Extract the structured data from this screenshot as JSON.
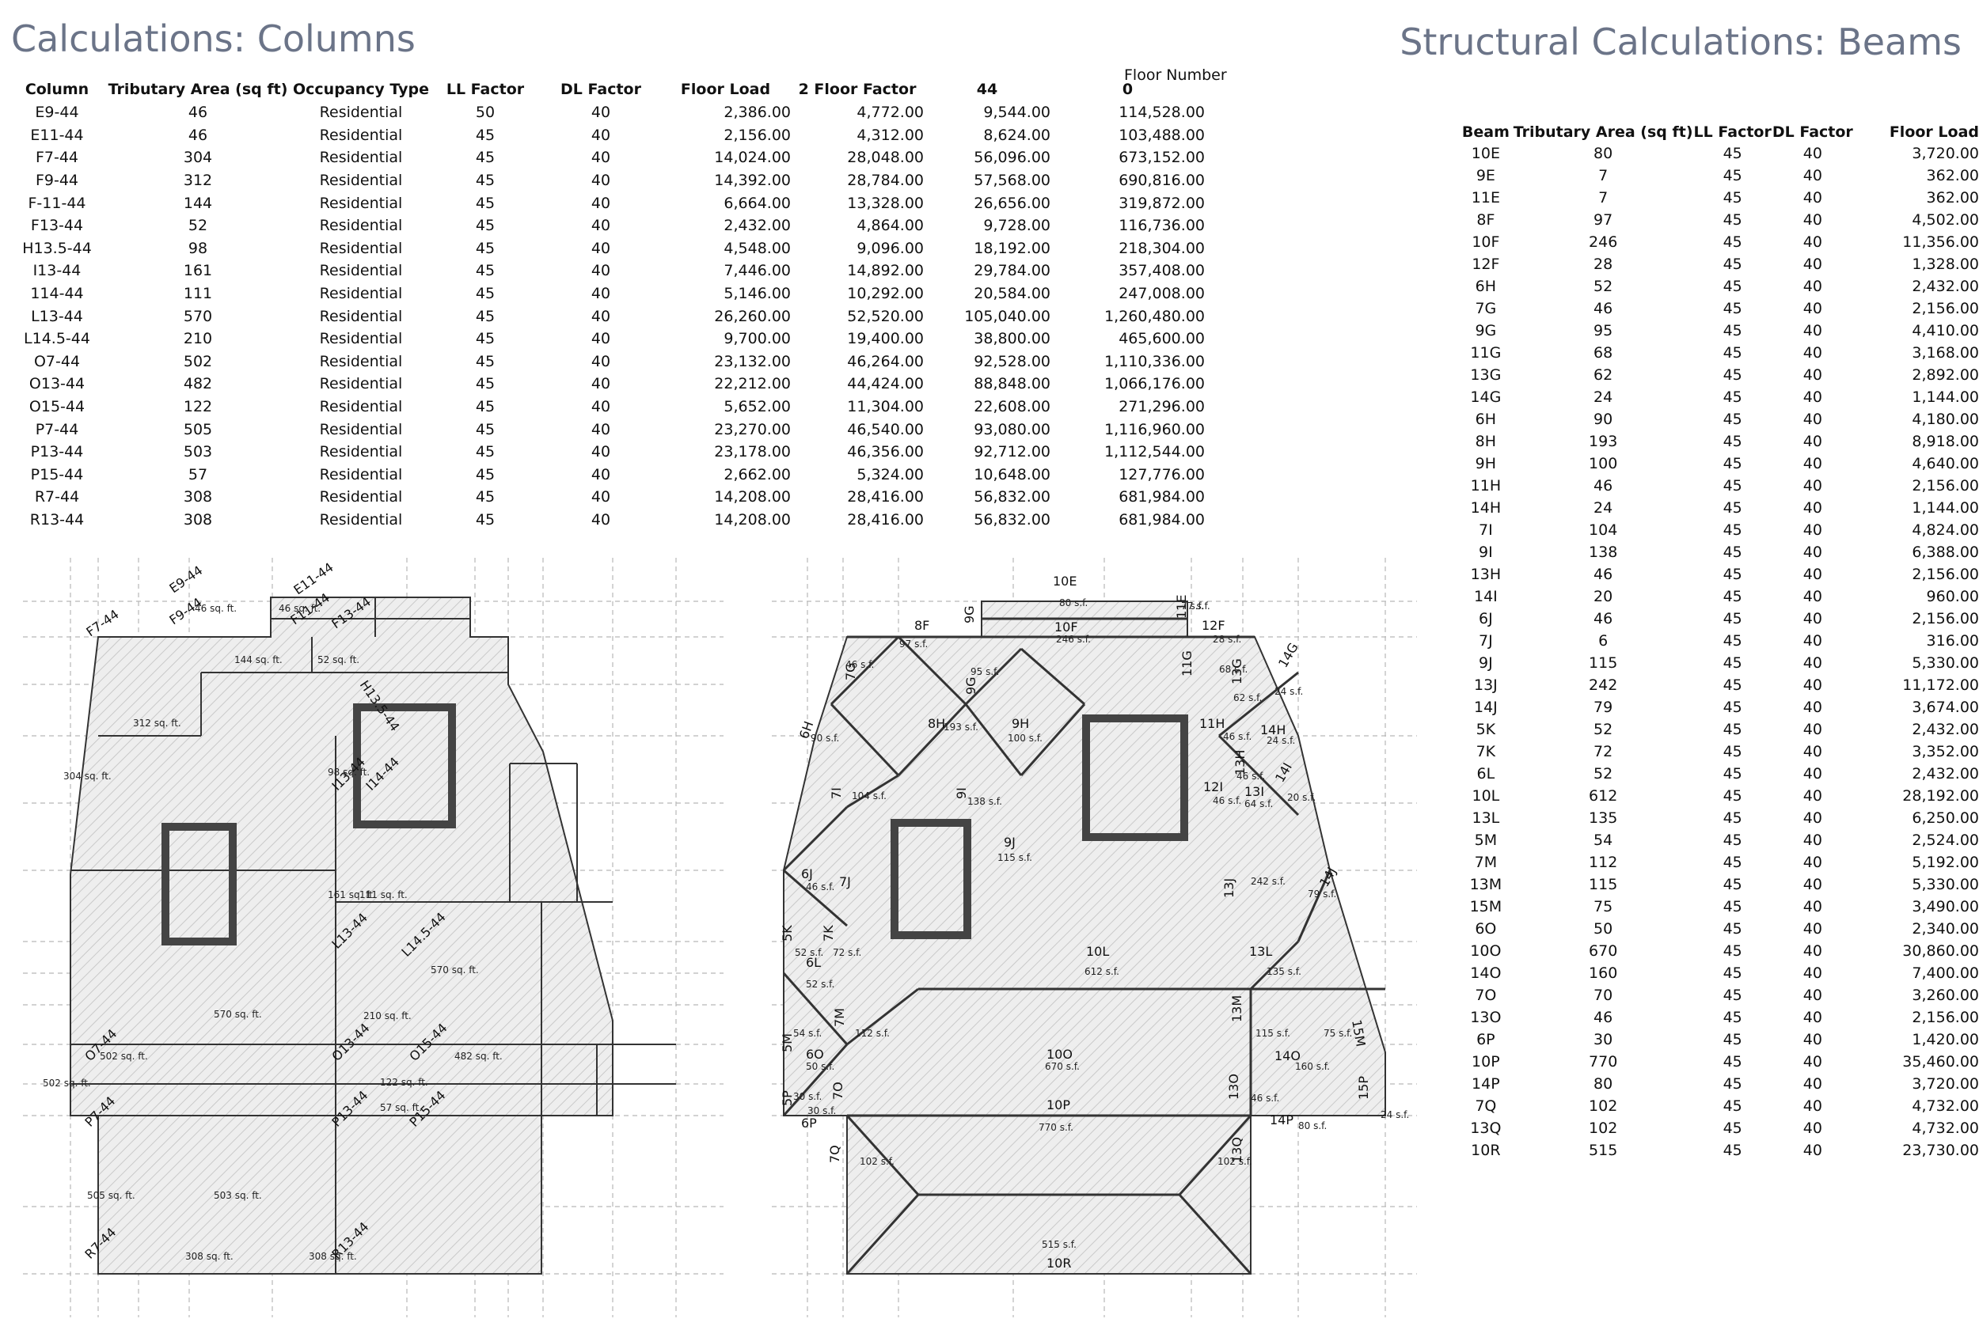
{
  "titles": {
    "columns": "Calculations: Columns",
    "beams": "Structural Calculations: Beams"
  },
  "columns_table": {
    "group_header": "Floor Number",
    "headers": [
      "Column",
      "Tributary Area (sq ft)",
      "Occupancy Type",
      "LL Factor",
      "DL Factor",
      "Floor Load",
      "2 Floor Factor",
      "44",
      "0"
    ],
    "rows": [
      [
        "E9-44",
        "46",
        "Residential",
        "50",
        "40",
        "2,386.00",
        "4,772.00",
        "9,544.00",
        "114,528.00"
      ],
      [
        "E11-44",
        "46",
        "Residential",
        "45",
        "40",
        "2,156.00",
        "4,312.00",
        "8,624.00",
        "103,488.00"
      ],
      [
        "F7-44",
        "304",
        "Residential",
        "45",
        "40",
        "14,024.00",
        "28,048.00",
        "56,096.00",
        "673,152.00"
      ],
      [
        "F9-44",
        "312",
        "Residential",
        "45",
        "40",
        "14,392.00",
        "28,784.00",
        "57,568.00",
        "690,816.00"
      ],
      [
        "F-11-44",
        "144",
        "Residential",
        "45",
        "40",
        "6,664.00",
        "13,328.00",
        "26,656.00",
        "319,872.00"
      ],
      [
        "F13-44",
        "52",
        "Residential",
        "45",
        "40",
        "2,432.00",
        "4,864.00",
        "9,728.00",
        "116,736.00"
      ],
      [
        "H13.5-44",
        "98",
        "Residential",
        "45",
        "40",
        "4,548.00",
        "9,096.00",
        "18,192.00",
        "218,304.00"
      ],
      [
        "I13-44",
        "161",
        "Residential",
        "45",
        "40",
        "7,446.00",
        "14,892.00",
        "29,784.00",
        "357,408.00"
      ],
      [
        "114-44",
        "111",
        "Residential",
        "45",
        "40",
        "5,146.00",
        "10,292.00",
        "20,584.00",
        "247,008.00"
      ],
      [
        "L13-44",
        "570",
        "Residential",
        "45",
        "40",
        "26,260.00",
        "52,520.00",
        "105,040.00",
        "1,260,480.00"
      ],
      [
        "L14.5-44",
        "210",
        "Residential",
        "45",
        "40",
        "9,700.00",
        "19,400.00",
        "38,800.00",
        "465,600.00"
      ],
      [
        "O7-44",
        "502",
        "Residential",
        "45",
        "40",
        "23,132.00",
        "46,264.00",
        "92,528.00",
        "1,110,336.00"
      ],
      [
        "O13-44",
        "482",
        "Residential",
        "45",
        "40",
        "22,212.00",
        "44,424.00",
        "88,848.00",
        "1,066,176.00"
      ],
      [
        "O15-44",
        "122",
        "Residential",
        "45",
        "40",
        "5,652.00",
        "11,304.00",
        "22,608.00",
        "271,296.00"
      ],
      [
        "P7-44",
        "505",
        "Residential",
        "45",
        "40",
        "23,270.00",
        "46,540.00",
        "93,080.00",
        "1,116,960.00"
      ],
      [
        "P13-44",
        "503",
        "Residential",
        "45",
        "40",
        "23,178.00",
        "46,356.00",
        "92,712.00",
        "1,112,544.00"
      ],
      [
        "P15-44",
        "57",
        "Residential",
        "45",
        "40",
        "2,662.00",
        "5,324.00",
        "10,648.00",
        "127,776.00"
      ],
      [
        "R7-44",
        "308",
        "Residential",
        "45",
        "40",
        "14,208.00",
        "28,416.00",
        "56,832.00",
        "681,984.00"
      ],
      [
        "R13-44",
        "308",
        "Residential",
        "45",
        "40",
        "14,208.00",
        "28,416.00",
        "56,832.00",
        "681,984.00"
      ]
    ]
  },
  "beams_table": {
    "headers": [
      "Beam",
      "Tributary Area (sq ft)",
      "LL Factor",
      "DL Factor",
      "Floor Load"
    ],
    "rows": [
      [
        "10E",
        "80",
        "45",
        "40",
        "3,720.00"
      ],
      [
        "9E",
        "7",
        "45",
        "40",
        "362.00"
      ],
      [
        "11E",
        "7",
        "45",
        "40",
        "362.00"
      ],
      [
        "8F",
        "97",
        "45",
        "40",
        "4,502.00"
      ],
      [
        "10F",
        "246",
        "45",
        "40",
        "11,356.00"
      ],
      [
        "12F",
        "28",
        "45",
        "40",
        "1,328.00"
      ],
      [
        "6H",
        "52",
        "45",
        "40",
        "2,432.00"
      ],
      [
        "7G",
        "46",
        "45",
        "40",
        "2,156.00"
      ],
      [
        "9G",
        "95",
        "45",
        "40",
        "4,410.00"
      ],
      [
        "11G",
        "68",
        "45",
        "40",
        "3,168.00"
      ],
      [
        "13G",
        "62",
        "45",
        "40",
        "2,892.00"
      ],
      [
        "14G",
        "24",
        "45",
        "40",
        "1,144.00"
      ],
      [
        "6H",
        "90",
        "45",
        "40",
        "4,180.00"
      ],
      [
        "8H",
        "193",
        "45",
        "40",
        "8,918.00"
      ],
      [
        "9H",
        "100",
        "45",
        "40",
        "4,640.00"
      ],
      [
        "11H",
        "46",
        "45",
        "40",
        "2,156.00"
      ],
      [
        "14H",
        "24",
        "45",
        "40",
        "1,144.00"
      ],
      [
        "7I",
        "104",
        "45",
        "40",
        "4,824.00"
      ],
      [
        "9I",
        "138",
        "45",
        "40",
        "6,388.00"
      ],
      [
        "13H",
        "46",
        "45",
        "40",
        "2,156.00"
      ],
      [
        "14I",
        "20",
        "45",
        "40",
        "960.00"
      ],
      [
        "6J",
        "46",
        "45",
        "40",
        "2,156.00"
      ],
      [
        "7J",
        "6",
        "45",
        "40",
        "316.00"
      ],
      [
        "9J",
        "115",
        "45",
        "40",
        "5,330.00"
      ],
      [
        "13J",
        "242",
        "45",
        "40",
        "11,172.00"
      ],
      [
        "14J",
        "79",
        "45",
        "40",
        "3,674.00"
      ],
      [
        "5K",
        "52",
        "45",
        "40",
        "2,432.00"
      ],
      [
        "7K",
        "72",
        "45",
        "40",
        "3,352.00"
      ],
      [
        "6L",
        "52",
        "45",
        "40",
        "2,432.00"
      ],
      [
        "10L",
        "612",
        "45",
        "40",
        "28,192.00"
      ],
      [
        "13L",
        "135",
        "45",
        "40",
        "6,250.00"
      ],
      [
        "5M",
        "54",
        "45",
        "40",
        "2,524.00"
      ],
      [
        "7M",
        "112",
        "45",
        "40",
        "5,192.00"
      ],
      [
        "13M",
        "115",
        "45",
        "40",
        "5,330.00"
      ],
      [
        "15M",
        "75",
        "45",
        "40",
        "3,490.00"
      ],
      [
        "6O",
        "50",
        "45",
        "40",
        "2,340.00"
      ],
      [
        "10O",
        "670",
        "45",
        "40",
        "30,860.00"
      ],
      [
        "14O",
        "160",
        "45",
        "40",
        "7,400.00"
      ],
      [
        "7O",
        "70",
        "45",
        "40",
        "3,260.00"
      ],
      [
        "13O",
        "46",
        "45",
        "40",
        "2,156.00"
      ],
      [
        "6P",
        "30",
        "45",
        "40",
        "1,420.00"
      ],
      [
        "10P",
        "770",
        "45",
        "40",
        "35,460.00"
      ],
      [
        "14P",
        "80",
        "45",
        "40",
        "3,720.00"
      ],
      [
        "7Q",
        "102",
        "45",
        "40",
        "4,732.00"
      ],
      [
        "13Q",
        "102",
        "45",
        "40",
        "4,732.00"
      ],
      [
        "10R",
        "515",
        "45",
        "40",
        "23,730.00"
      ]
    ]
  },
  "column_plan_labels": {
    "columns": [
      "F7-44",
      "E9-44",
      "F9-44",
      "E11-44",
      "F11-44",
      "F13-44",
      "H13.5-44",
      "I13-44",
      "I14-44",
      "L13-44",
      "L14.5-44",
      "O7-44",
      "O13-44",
      "O15-44",
      "P7-44",
      "P13-44",
      "P15-44",
      "R7-44",
      "R13-44"
    ],
    "areas": [
      "46 sq. ft.",
      "46 sq. ft.",
      "144 sq. ft.",
      "52 sq. ft.",
      "312 sq. ft.",
      "304 sq. ft.",
      "98 sq. ft.",
      "161 sq. ft.",
      "111 sq. ft.",
      "570 sq. ft.",
      "570 sq. ft.",
      "210 sq. ft.",
      "502 sq. ft.",
      "482 sq. ft.",
      "502 sq. ft.",
      "122 sq. ft.",
      "57 sq. ft.",
      "505 sq. ft.",
      "503 sq. ft.",
      "308 sq. ft.",
      "308 sq. ft."
    ]
  },
  "beam_plan_labels": {
    "beams": [
      "10E",
      "8F",
      "9G",
      "10F",
      "11E",
      "12F",
      "7G",
      "9G",
      "11G",
      "13G",
      "14G",
      "6H",
      "8H",
      "9H",
      "11H",
      "14H",
      "13H",
      "7I",
      "9I",
      "12I",
      "13I",
      "14I",
      "6J",
      "7J",
      "9J",
      "13J",
      "14J",
      "5K",
      "7K",
      "6L",
      "10L",
      "13L",
      "5M",
      "7M",
      "13M",
      "15M",
      "6O",
      "10O",
      "14O",
      "5P",
      "7O",
      "13O",
      "15P",
      "10P",
      "6P",
      "14P",
      "7Q",
      "13Q",
      "10R"
    ],
    "areas": [
      "80 s.f.",
      "7 s.f.",
      "7 s.f.",
      "246 s.f.",
      "28 s.f.",
      "97 s.f.",
      "46 s.f.",
      "95 s.f.",
      "68 s.f.",
      "62 s.f.",
      "24 s.f.",
      "90 s.f.",
      "193 s.f.",
      "100 s.f.",
      "46 s.f.",
      "24 s.f.",
      "46 s.f.",
      "104 s.f.",
      "138 s.f.",
      "46 s.f.",
      "64 s.f.",
      "20 s.f.",
      "46 s.f.",
      "115 s.f.",
      "242 s.f.",
      "79 s.f.",
      "52 s.f.",
      "72 s.f.",
      "52 s.f.",
      "612 s.f.",
      "135 s.f.",
      "54 s.f.",
      "112 s.f.",
      "115 s.f.",
      "75 s.f.",
      "50 s.f.",
      "670 s.f.",
      "160 s.f.",
      "30 s.f.",
      "30 s.f.",
      "46 s.f.",
      "770 s.f.",
      "24 s.f.",
      "80 s.f.",
      "102 s.f.",
      "102 s.f.",
      "515 s.f."
    ]
  }
}
